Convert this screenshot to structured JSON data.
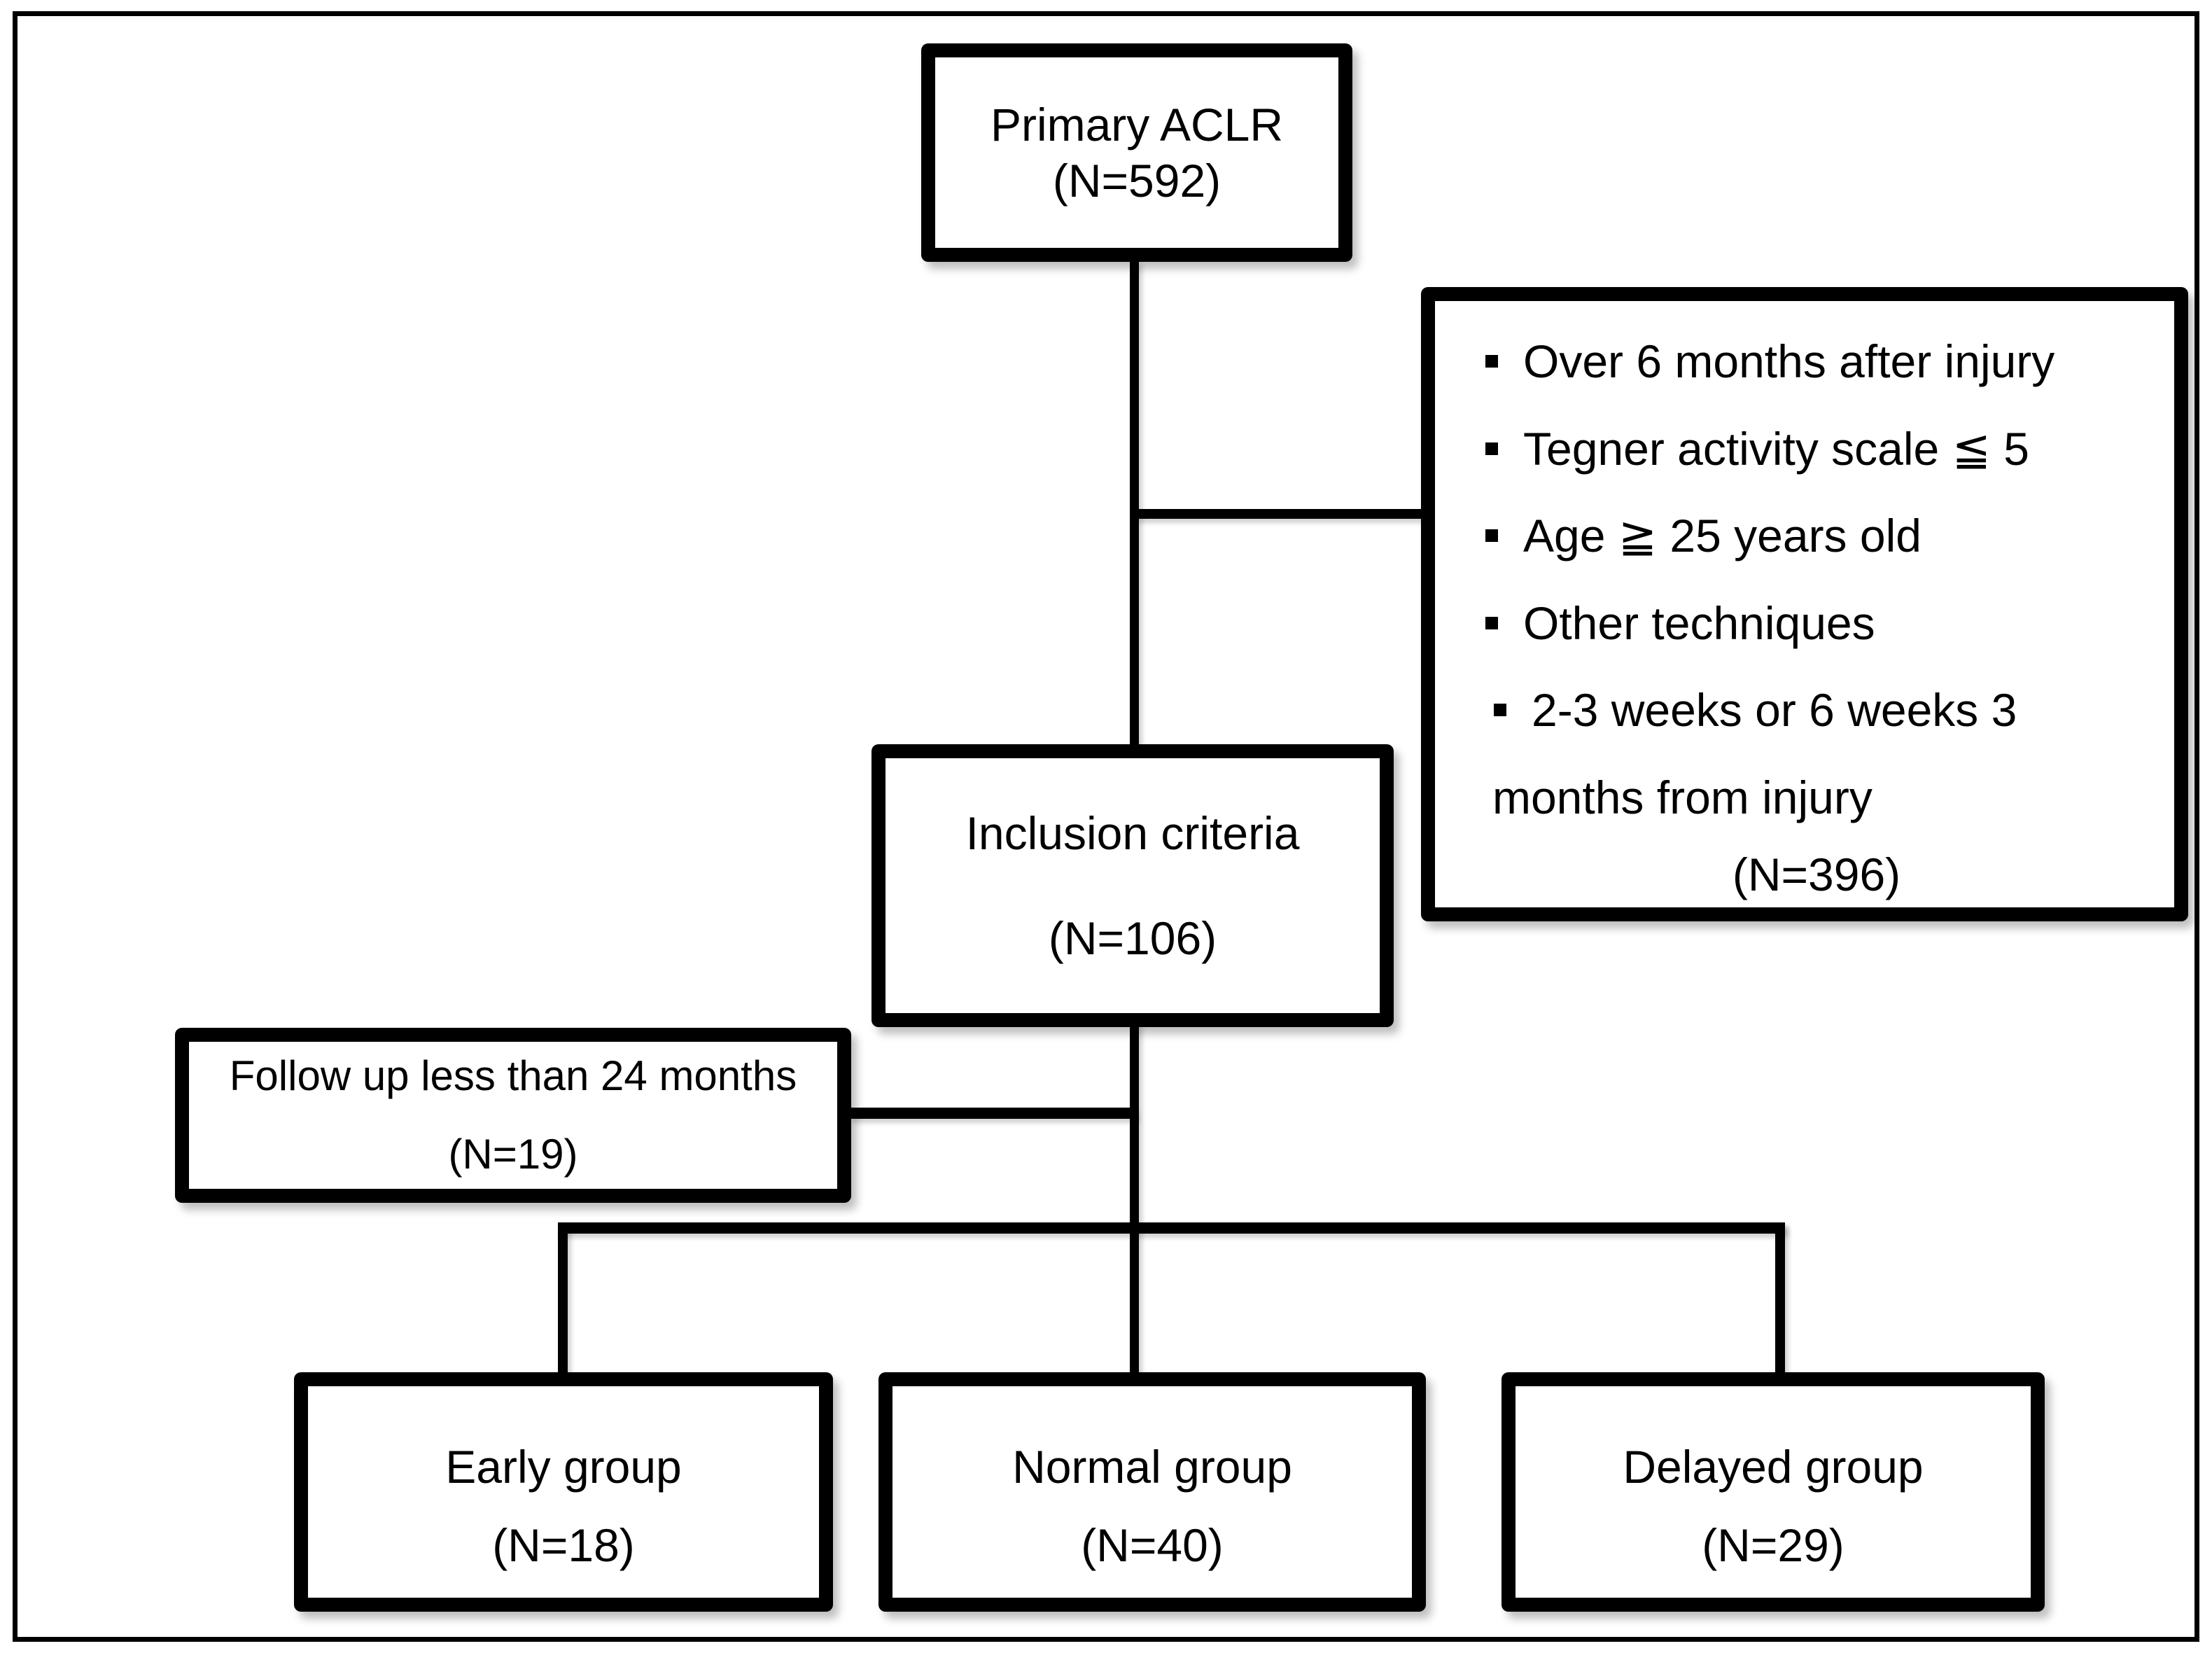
{
  "figure": {
    "type": "study-flow-diagram",
    "colors": {
      "line": "#000000",
      "background": "#ffffff",
      "text": "#000000"
    },
    "boxes": {
      "primary": {
        "line1": "Primary ACLR",
        "line2": "(N=592)"
      },
      "inclusion": {
        "line1": "Inclusion criteria",
        "line2": "(N=106)"
      },
      "followup": {
        "line1": "Follow up less than 24 months",
        "line2": "(N=19)"
      },
      "early": {
        "line1": "Early group",
        "line2": "(N=18)"
      },
      "normal": {
        "line1": "Normal group",
        "line2": "(N=40)"
      },
      "delayed": {
        "line1": "Delayed group",
        "line2": "(N=29)"
      },
      "exclusion": {
        "bullets": [
          "Over 6 months after injury",
          "Tegner activity scale ≦ 5",
          "Age ≧ 25 years old",
          "Other techniques",
          "2-3 weeks or 6 weeks 3"
        ],
        "bullet5_continuation": "months from injury",
        "count": "(N=396)"
      }
    }
  }
}
